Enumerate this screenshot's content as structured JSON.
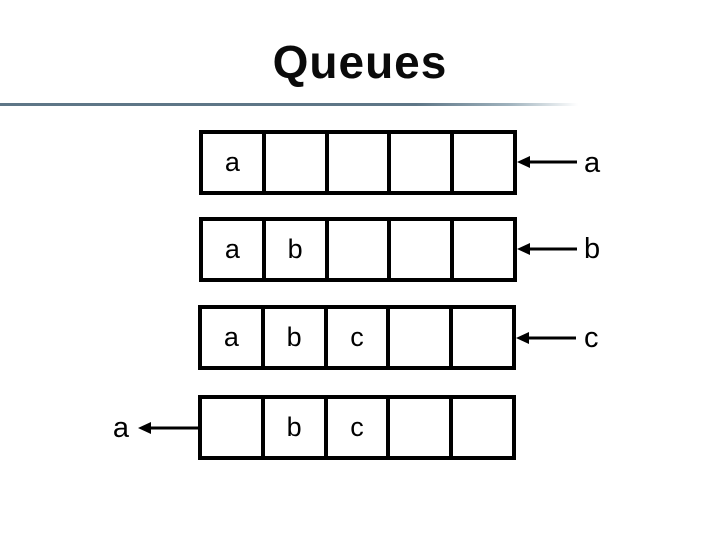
{
  "slide": {
    "title": "Queues"
  },
  "colors": {
    "ink": "#000000",
    "divider_rule": "#5e7687",
    "background": "#ffffff"
  },
  "diagram": {
    "description_semantics": "queue enqueue and dequeue steps",
    "cells_per_queue": 5,
    "rows": [
      {
        "operation": "enqueue",
        "arrow_side": "right",
        "side_label": "a",
        "cells": [
          "a",
          "",
          "",
          "",
          ""
        ]
      },
      {
        "operation": "enqueue",
        "arrow_side": "right",
        "side_label": "b",
        "cells": [
          "a",
          "b",
          "",
          "",
          ""
        ]
      },
      {
        "operation": "enqueue",
        "arrow_side": "right",
        "side_label": "c",
        "cells": [
          "a",
          "b",
          "c",
          "",
          ""
        ]
      },
      {
        "operation": "dequeue",
        "arrow_side": "left",
        "side_label": "a",
        "cells": [
          "",
          "b",
          "c",
          "",
          ""
        ]
      }
    ]
  }
}
